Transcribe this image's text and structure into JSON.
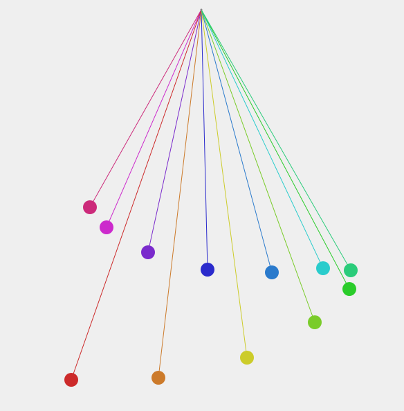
{
  "background": "#efefef",
  "pendulums": [
    {
      "name": "crimson",
      "color": "#cc2a7a",
      "interactable": true
    },
    {
      "name": "magenta",
      "color": "#cc2acc",
      "interactable": true
    },
    {
      "name": "violet",
      "color": "#7a2acc",
      "interactable": true
    },
    {
      "name": "red",
      "color": "#cc2a2a",
      "interactable": true
    },
    {
      "name": "orange",
      "color": "#cc7a2a",
      "interactable": true
    },
    {
      "name": "blue",
      "color": "#2a2acc",
      "interactable": true
    },
    {
      "name": "yellow",
      "color": "#cccc2a",
      "interactable": true
    },
    {
      "name": "azure",
      "color": "#2a7acc",
      "interactable": true
    },
    {
      "name": "lime",
      "color": "#7acc2a",
      "interactable": true
    },
    {
      "name": "cyan",
      "color": "#2acccc",
      "interactable": true
    },
    {
      "name": "green",
      "color": "#2acc2a",
      "interactable": true
    },
    {
      "name": "mint",
      "color": "#2acc7a",
      "interactable": true
    }
  ]
}
